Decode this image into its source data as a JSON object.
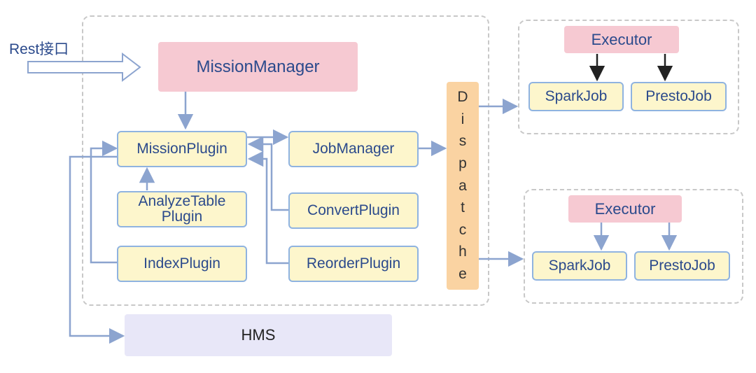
{
  "rest_label": "Rest接口",
  "mission_manager": "MissionManager",
  "mission_plugin": "MissionPlugin",
  "job_manager": "JobManager",
  "analyze_table_plugin_line1": "AnalyzeTable",
  "analyze_table_plugin_line2": "Plugin",
  "index_plugin": "IndexPlugin",
  "convert_plugin": "ConvertPlugin",
  "reorder_plugin": "ReorderPlugin",
  "dispatche_letters": [
    "D",
    "i",
    "s",
    "p",
    "a",
    "t",
    "c",
    "h",
    "e"
  ],
  "hms": "HMS",
  "executor_top": {
    "executor": "Executor",
    "spark_job": "SparkJob",
    "presto_job": "PrestoJob"
  },
  "executor_bottom": {
    "executor": "Executor",
    "spark_job": "SparkJob",
    "presto_job": "PrestoJob"
  },
  "colors": {
    "connector": "#8ca4cf",
    "dark_arrow": "#222222",
    "box_border": "#8fb3e0",
    "text": "#2b4a8c"
  }
}
